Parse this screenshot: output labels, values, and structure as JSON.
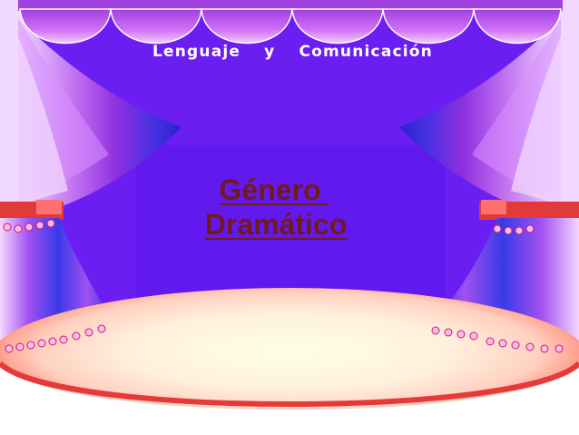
{
  "header": {
    "subject_words": [
      "Lenguaje",
      "y",
      "Comunicación"
    ]
  },
  "main": {
    "title_line_1": "Género ",
    "title_line_2": "Dramático"
  },
  "colors": {
    "backdrop": "#6a1ef2",
    "curtain_side": "#3b3be8",
    "curtain_top": "#d65cf0",
    "stage_floor": "#ffe7d6",
    "stage_edge": "#e53a3a",
    "title_text": "#701a1a",
    "subject_text": "#ffffff"
  }
}
